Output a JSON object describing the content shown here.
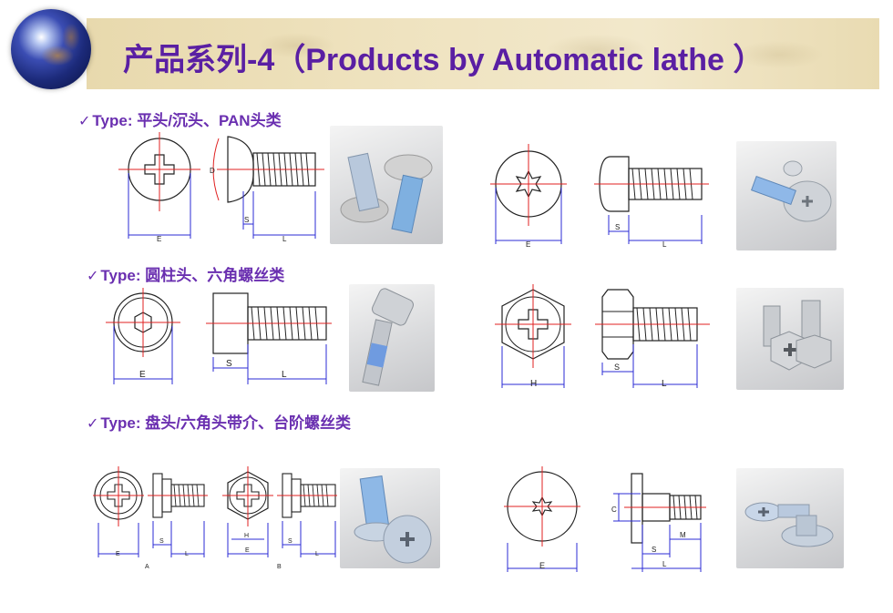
{
  "header": {
    "title_cn": "产品系列",
    "title_en": "-4（Products by Automatic lathe ）"
  },
  "sections": [
    {
      "check": "✓",
      "prefix": "Type: ",
      "label": "平头/沉头、PAN头类"
    },
    {
      "check": "✓",
      "prefix": "Type: ",
      "label": "圆柱头、六角螺丝类"
    },
    {
      "check": "✓",
      "prefix": "Type: ",
      "label": "盘头/六角头带介、台阶螺丝类"
    }
  ],
  "dims": {
    "e": "E",
    "l": "L",
    "s": "S",
    "d": "D",
    "h": "H",
    "c": "C",
    "m": "M",
    "a": "A",
    "b": "B"
  },
  "colors": {
    "title": "#5a1fa3",
    "label": "#6a2fb0",
    "centerline": "#e02020",
    "dimension": "#2b2bd6"
  }
}
